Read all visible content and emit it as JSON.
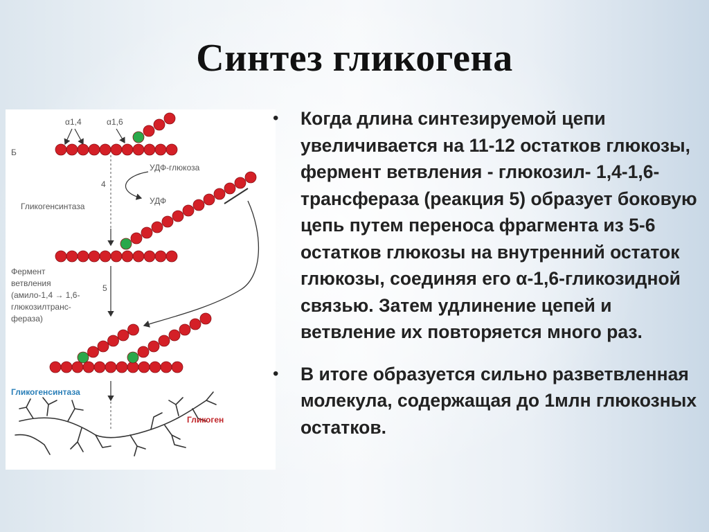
{
  "slide": {
    "title": "Синтез гликогена"
  },
  "diagram": {
    "label_a14": "α1,4",
    "label_a16": "α1,6",
    "label_b": "Б",
    "label_udp_glucose": "УДФ-глюкоза",
    "label_step4": "4",
    "label_synthase": "Гликогенсинтаза",
    "label_udp": "УДФ",
    "label_enzyme_line1": "Фермент",
    "label_enzyme_line2": "ветвления",
    "label_enzyme_line3": "(амило-1,4 → 1,6-",
    "label_enzyme_line4": "глюкозилтранс-",
    "label_enzyme_line5": "фераза)",
    "label_step5": "5",
    "label_synthase_blue": "Гликогенсинтаза",
    "label_glycogen": "Гликоген",
    "colors": {
      "residue": "#d42027",
      "branch_point": "#2aa84a",
      "line": "#333333",
      "synthase_label": "#2a7fb8",
      "glycogen_label": "#c0262a"
    }
  },
  "bullets": [
    {
      "mark": "•",
      "text": "Когда длина синтезируемой цепи увеличивается на 11-12 остатков глюкозы, фермент ветвления - глюкозил- 1,4-1,6-трансфераза (реакция 5) образует боковую цепь путем переноса фрагмента из 5-6 остатков глюкозы на внутренний остаток глюкозы, соединяя его α-1,6-гликозидной связью. Затем удлинение цепей и ветвление их повторяется много раз."
    },
    {
      "mark": "•",
      "text": "В итоге образуется сильно разветвленная молекула, содержащая до 1млн глюкозных остатков."
    }
  ]
}
